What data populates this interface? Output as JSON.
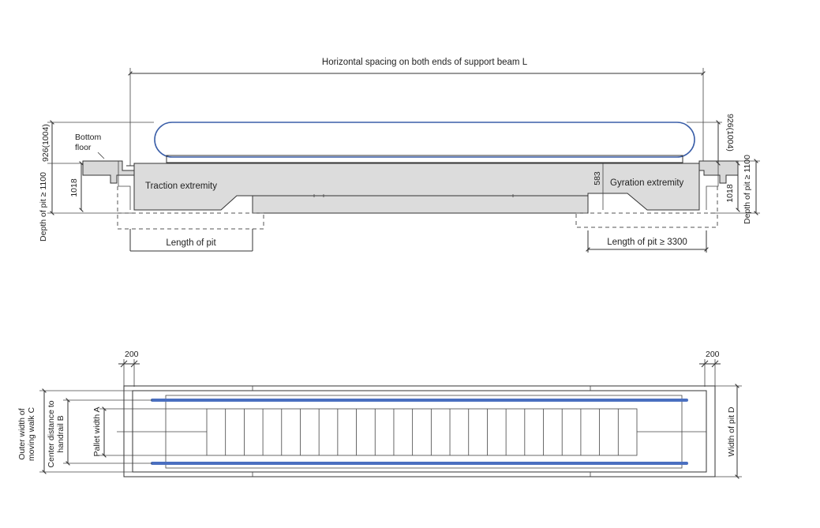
{
  "side_view": {
    "title": "Horizontal spacing on both ends of support beam L",
    "bottom_floor": [
      "Bottom",
      "floor"
    ],
    "traction": "Traction extremity",
    "gyration": "Gyration extremity",
    "dim_583": "583",
    "left_depth": "Depth of pit ≥ 1100",
    "left_926": "926(1004)",
    "left_1018": "1018",
    "right_926": "926(1004)",
    "right_1018": "1018",
    "right_depth": "Depth of pit ≥ 1100",
    "length_left": "Length of pit",
    "length_right": "Length of pit ≥ 3300"
  },
  "plan_view": {
    "dim_200_left": "200",
    "dim_200_right": "200",
    "outer_width": [
      "Outer width of",
      "moving walk C"
    ],
    "center_distance": [
      "Center distance to",
      "handrail B"
    ],
    "pallet_width": "Pallet width A",
    "width_pit": "Width of pit D"
  },
  "colors": {
    "handrail_outline": "#3a5ea8",
    "handrail_bar": "#4a6fc0",
    "truss_fill": "#dcdcdc"
  }
}
